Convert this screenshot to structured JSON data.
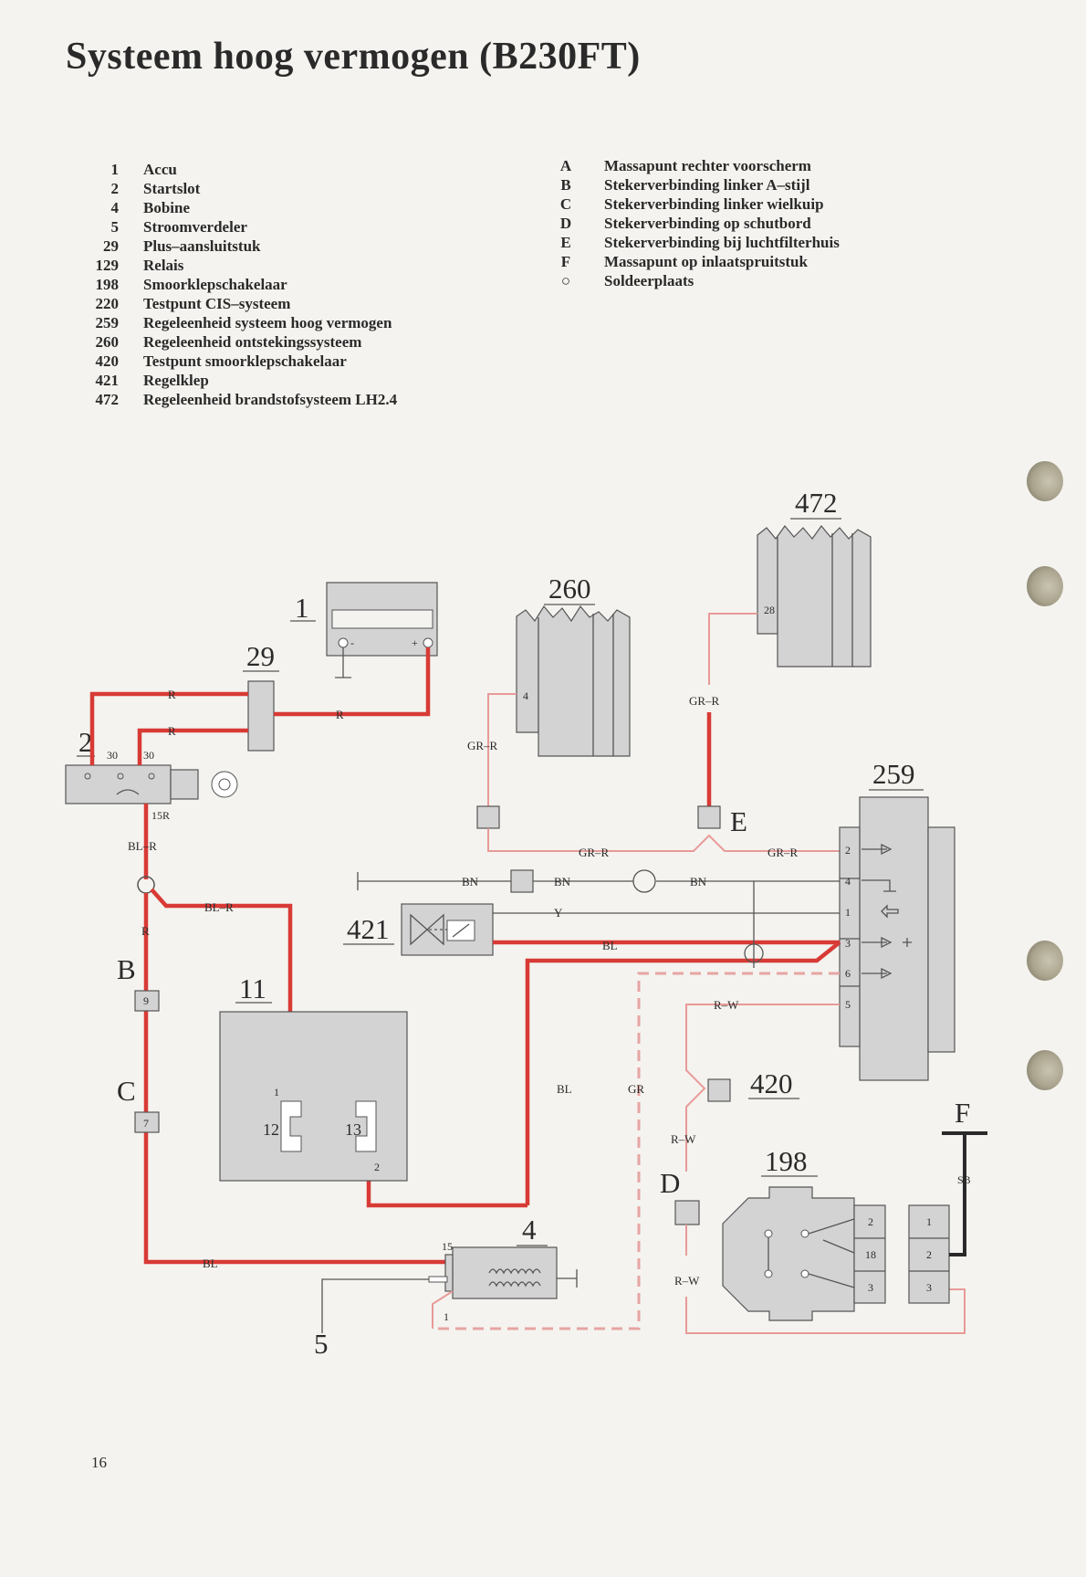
{
  "title": "Systeem hoog vermogen (B230FT)",
  "page_number": "16",
  "legend_components": [
    {
      "num": "1",
      "label": "Accu"
    },
    {
      "num": "2",
      "label": "Startslot"
    },
    {
      "num": "4",
      "label": "Bobine"
    },
    {
      "num": "5",
      "label": "Stroomverdeler"
    },
    {
      "num": "29",
      "label": "Plus–aansluitstuk"
    },
    {
      "num": "129",
      "label": "Relais"
    },
    {
      "num": "198",
      "label": "Smoorklepschakelaar"
    },
    {
      "num": "220",
      "label": "Testpunt CIS–systeem"
    },
    {
      "num": "259",
      "label": "Regeleenheid systeem hoog vermogen"
    },
    {
      "num": "260",
      "label": "Regeleenheid ontstekingssysteem"
    },
    {
      "num": "420",
      "label": "Testpunt smoorklepschakelaar"
    },
    {
      "num": "421",
      "label": "Regelklep"
    },
    {
      "num": "472",
      "label": "Regeleenheid brandstofsysteem LH2.4"
    }
  ],
  "legend_points": [
    {
      "num": "A",
      "label": "Massapunt rechter voorscherm"
    },
    {
      "num": "B",
      "label": "Stekerverbinding linker A–stijl"
    },
    {
      "num": "C",
      "label": "Stekerverbinding linker wielkuip"
    },
    {
      "num": "D",
      "label": "Stekerverbinding op schutbord"
    },
    {
      "num": "E",
      "label": "Stekerverbinding bij luchtfilterhuis"
    },
    {
      "num": "F",
      "label": "Massapunt op inlaatspruitstuk"
    },
    {
      "num": "○",
      "label": "Soldeerplaats"
    }
  ],
  "diagram": {
    "components": {
      "c1": "1",
      "c2": "2",
      "c29": "29",
      "c260": "260",
      "c472": "472",
      "c259": "259",
      "c421": "421",
      "c11": "11",
      "c420": "420",
      "c198": "198",
      "c4": "4",
      "c5": "5"
    },
    "points": {
      "B": "B",
      "C": "C",
      "D": "D",
      "E": "E",
      "F": "F"
    },
    "wire_colors": {
      "R": "R",
      "BL_R": "BL–R",
      "BL": "BL",
      "GR_R": "GR–R",
      "BN": "BN",
      "Y": "Y",
      "GR": "GR",
      "R_W": "R–W",
      "SB": "SB"
    },
    "pins": {
      "p30": "30",
      "p15R": "15R",
      "p4": "4",
      "p28": "28",
      "p1": "1",
      "p2": "2",
      "p3": "3",
      "p5": "5",
      "p6": "6",
      "p9": "9",
      "p7": "7",
      "p12": "12",
      "p13": "13",
      "p15": "15",
      "p18": "18",
      "batt_minus": "-",
      "batt_plus": "+"
    },
    "colors": {
      "wire_red": "#d83a35",
      "wire_light_red": "#e89a98",
      "component_gray": "#d3d3d3"
    }
  }
}
